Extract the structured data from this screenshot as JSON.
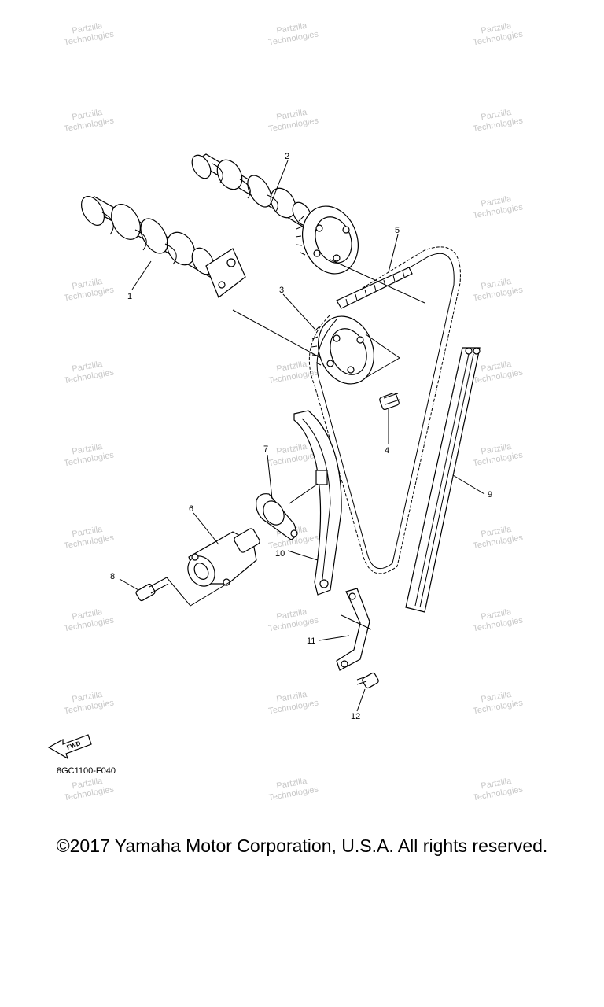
{
  "figure_code": "8GC1100-F040",
  "copyright": "©2017 Yamaha Motor Corporation, U.S.A. All rights reserved.",
  "fwd_label": "FWD",
  "watermark": {
    "line1": "Partzilla",
    "line2": "Technologies"
  },
  "callouts": [
    {
      "num": "1"
    },
    {
      "num": "2"
    },
    {
      "num": "3"
    },
    {
      "num": "4"
    },
    {
      "num": "5"
    },
    {
      "num": "6"
    },
    {
      "num": "7"
    },
    {
      "num": "8"
    },
    {
      "num": "9"
    },
    {
      "num": "10"
    },
    {
      "num": "11"
    },
    {
      "num": "12"
    }
  ]
}
